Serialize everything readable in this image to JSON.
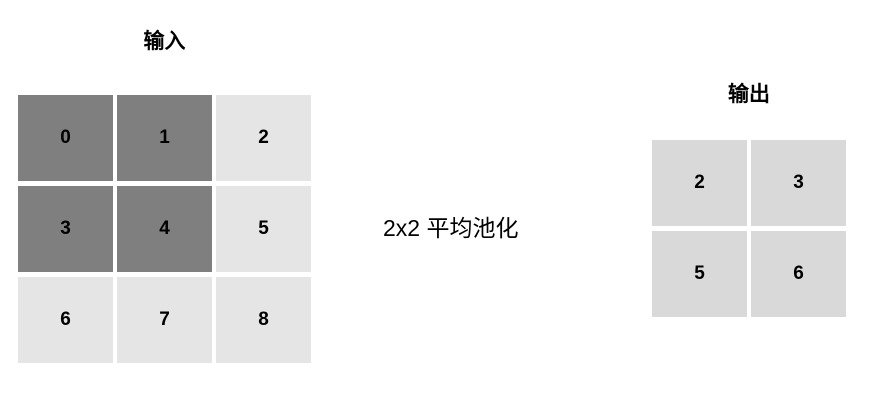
{
  "input": {
    "title": "输入",
    "cells": [
      {
        "value": "0",
        "highlighted": true
      },
      {
        "value": "1",
        "highlighted": true
      },
      {
        "value": "2",
        "highlighted": false
      },
      {
        "value": "3",
        "highlighted": true
      },
      {
        "value": "4",
        "highlighted": true
      },
      {
        "value": "5",
        "highlighted": false
      },
      {
        "value": "6",
        "highlighted": false
      },
      {
        "value": "7",
        "highlighted": false
      },
      {
        "value": "8",
        "highlighted": false
      }
    ]
  },
  "operation": {
    "label": "2x2 平均池化"
  },
  "output": {
    "title": "输出",
    "cells": [
      {
        "value": "2"
      },
      {
        "value": "3"
      },
      {
        "value": "5"
      },
      {
        "value": "6"
      }
    ]
  },
  "colors": {
    "highlight_cell": "#7f7f7f",
    "input_cell": "#e5e5e5",
    "output_cell": "#d9d9d9",
    "background": "#ffffff",
    "text": "#000000"
  }
}
